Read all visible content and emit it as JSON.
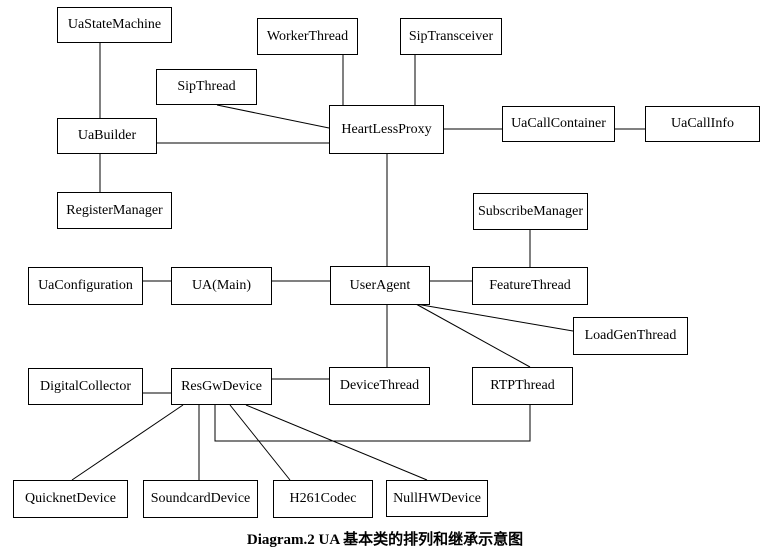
{
  "diagram": {
    "type": "class-relationship-diagram",
    "caption": "Diagram.2 UA 基本类的排列和继承示意图",
    "colors": {
      "background": "#ffffff",
      "box_fill": "#ffffff",
      "box_border": "#000000",
      "line": "#000000",
      "text": "#000000"
    },
    "nodes": [
      {
        "id": "UaStateMachine",
        "label": "UaStateMachine"
      },
      {
        "id": "WorkerThread",
        "label": "WorkerThread"
      },
      {
        "id": "SipTransceiver",
        "label": "SipTransceiver"
      },
      {
        "id": "SipThread",
        "label": "SipThread"
      },
      {
        "id": "HeartLessProxy",
        "label": "HeartLessProxy"
      },
      {
        "id": "UaCallContainer",
        "label": "UaCallContainer"
      },
      {
        "id": "UaCallInfo",
        "label": "UaCallInfo"
      },
      {
        "id": "UaBuilder",
        "label": "UaBuilder"
      },
      {
        "id": "RegisterManager",
        "label": "RegisterManager"
      },
      {
        "id": "SubscribeManager",
        "label": "SubscribeManager"
      },
      {
        "id": "UaConfiguration",
        "label": "UaConfiguration"
      },
      {
        "id": "UAMain",
        "label": "UA(Main)"
      },
      {
        "id": "UserAgent",
        "label": "UserAgent"
      },
      {
        "id": "FeatureThread",
        "label": "FeatureThread"
      },
      {
        "id": "LoadGenThread",
        "label": "LoadGenThread"
      },
      {
        "id": "DigitalCollector",
        "label": "DigitalCollector"
      },
      {
        "id": "ResGwDevice",
        "label": "ResGwDevice"
      },
      {
        "id": "DeviceThread",
        "label": "DeviceThread"
      },
      {
        "id": "RTPThread",
        "label": "RTPThread"
      },
      {
        "id": "QuicknetDevice",
        "label": "QuicknetDevice"
      },
      {
        "id": "SoundcardDevice",
        "label": "SoundcardDevice"
      },
      {
        "id": "H261Codec",
        "label": "H261Codec"
      },
      {
        "id": "NullHWDevice",
        "label": "NullHWDevice"
      }
    ],
    "edges": [
      {
        "from": "UaStateMachine",
        "to": "UaBuilder"
      },
      {
        "from": "UaBuilder",
        "to": "RegisterManager"
      },
      {
        "from": "UaBuilder",
        "to": "HeartLessProxy"
      },
      {
        "from": "SipThread",
        "to": "HeartLessProxy"
      },
      {
        "from": "WorkerThread",
        "to": "HeartLessProxy"
      },
      {
        "from": "SipTransceiver",
        "to": "HeartLessProxy"
      },
      {
        "from": "HeartLessProxy",
        "to": "UaCallContainer"
      },
      {
        "from": "UaCallContainer",
        "to": "UaCallInfo"
      },
      {
        "from": "HeartLessProxy",
        "to": "UserAgent"
      },
      {
        "from": "UaConfiguration",
        "to": "UAMain"
      },
      {
        "from": "UAMain",
        "to": "UserAgent"
      },
      {
        "from": "UserAgent",
        "to": "FeatureThread"
      },
      {
        "from": "SubscribeManager",
        "to": "FeatureThread"
      },
      {
        "from": "UserAgent",
        "to": "LoadGenThread"
      },
      {
        "from": "UserAgent",
        "to": "RTPThread"
      },
      {
        "from": "UserAgent",
        "to": "DeviceThread"
      },
      {
        "from": "DigitalCollector",
        "to": "ResGwDevice"
      },
      {
        "from": "ResGwDevice",
        "to": "DeviceThread"
      },
      {
        "from": "ResGwDevice",
        "to": "RTPThread"
      },
      {
        "from": "ResGwDevice",
        "to": "QuicknetDevice"
      },
      {
        "from": "ResGwDevice",
        "to": "SoundcardDevice"
      },
      {
        "from": "ResGwDevice",
        "to": "H261Codec"
      },
      {
        "from": "ResGwDevice",
        "to": "NullHWDevice"
      }
    ]
  }
}
